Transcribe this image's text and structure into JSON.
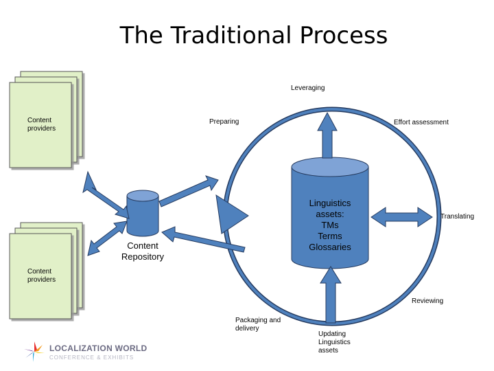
{
  "title": "The Traditional Process",
  "labels": {
    "content_providers_top": "Content\nproviders",
    "content_providers_bottom": "Content\nproviders",
    "content_repository": "Content\nRepository",
    "linguistics_assets": "Linguistics\nassets:\nTMs\nTerms\nGlossaries",
    "leveraging": "Leveraging",
    "preparing": "Preparing",
    "effort_assessment": "Effort assessment",
    "translating": "Translating",
    "reviewing": "Reviewing",
    "updating": "Updating\nLinguistics\nassets",
    "packaging": "Packaging and\ndelivery"
  },
  "logo": {
    "line1": "LOCALIZATION WORLD",
    "line2": "CONFERENCE & EXHIBITS"
  },
  "colors": {
    "document_fill": "#e1f0c8",
    "cylinder_fill": "#4f81bd",
    "arrow_fill": "#4f81bd",
    "stroke": "#253a5e"
  }
}
